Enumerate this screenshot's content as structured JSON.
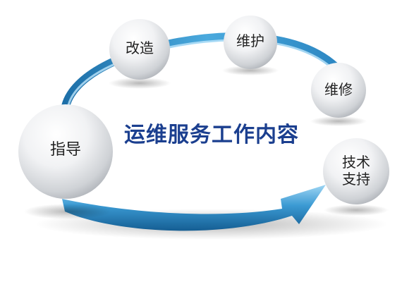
{
  "title": "运维服务工作内容",
  "nodes": {
    "guide": "指导",
    "reform": "改造",
    "maintain": "维护",
    "repair": "维修",
    "support_line1": "技术",
    "support_line2": "支持"
  },
  "colors": {
    "title": "#1b3f8f",
    "arc_dark": "#1d6fa8",
    "arc_light": "#8fd0f2",
    "sphere_light": "#ffffff",
    "sphere_dark": "#b8bcc2"
  }
}
